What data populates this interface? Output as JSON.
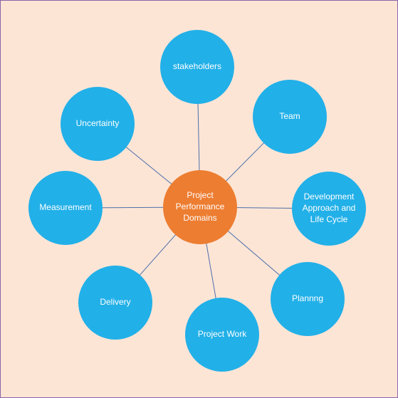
{
  "diagram": {
    "center": {
      "lines": [
        "Project",
        "Performance",
        "Domains"
      ],
      "color": "#ed7d31"
    },
    "node_color": "#22b0e8",
    "connector_color": "#4d6fa8",
    "nodes": [
      {
        "id": "stakeholders",
        "lines": [
          "stakeholders"
        ]
      },
      {
        "id": "team",
        "lines": [
          "Team"
        ]
      },
      {
        "id": "development-approach",
        "lines": [
          "Development",
          "Approach and",
          "Life Cycle"
        ]
      },
      {
        "id": "planning",
        "lines": [
          "Plannng"
        ]
      },
      {
        "id": "project-work",
        "lines": [
          "Project Work"
        ]
      },
      {
        "id": "delivery",
        "lines": [
          "Delivery"
        ]
      },
      {
        "id": "measurement",
        "lines": [
          "Measurement"
        ]
      },
      {
        "id": "uncertainty",
        "lines": [
          "Uncertainty"
        ]
      }
    ]
  }
}
